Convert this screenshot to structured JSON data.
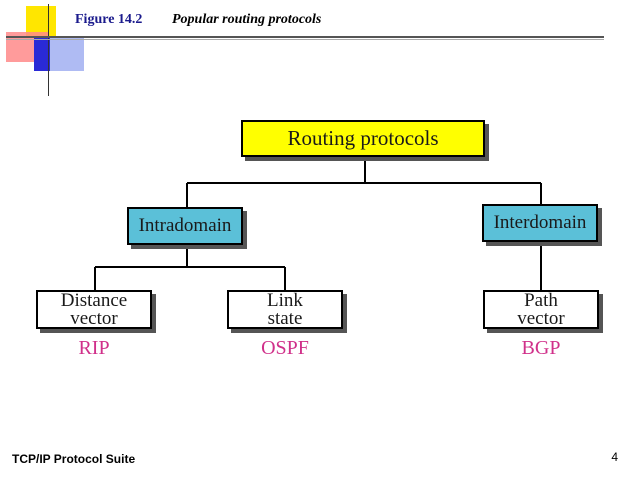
{
  "header": {
    "figure_label": "Figure 14.2",
    "caption": "Popular routing protocols"
  },
  "diagram": {
    "root": "Routing protocols",
    "intradomain": "Intradomain",
    "interdomain": "Interdomain",
    "leaves": {
      "distance_vector": "Distance\nvector",
      "link_state": "Link\nstate",
      "path_vector": "Path\nvector"
    },
    "protocols": {
      "rip": "RIP",
      "ospf": "OSPF",
      "bgp": "BGP"
    }
  },
  "footer": {
    "left": "TCP/IP Protocol Suite",
    "page": "4"
  },
  "colors": {
    "root_fill": "#ffff00",
    "category_fill": "#5bc0d8",
    "protocol_text": "#d0308a"
  }
}
